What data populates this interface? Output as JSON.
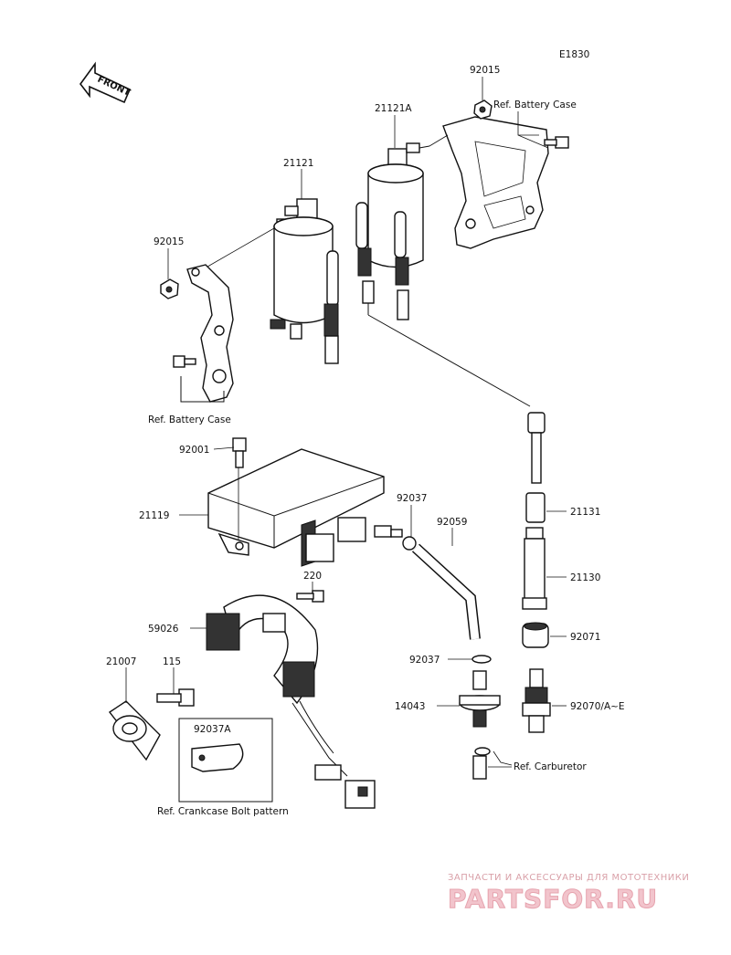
{
  "diagram_code": "E1830",
  "front_label": "FRONT",
  "labels": {
    "p92015_top": "92015",
    "ref_battery_case_top": "Ref. Battery Case",
    "p21121A": "21121A",
    "p21121": "21121",
    "p92015_left": "92015",
    "ref_battery_case_left": "Ref. Battery Case",
    "p92001": "92001",
    "p21119": "21119",
    "p92037_a": "92037",
    "p92059": "92059",
    "p21131": "21131",
    "p21130": "21130",
    "p220": "220",
    "p59026": "59026",
    "p92071": "92071",
    "p21007": "21007",
    "p115": "115",
    "p92037_b": "92037",
    "p14043": "14043",
    "p92070": "92070/A~E",
    "p92037A": "92037A",
    "ref_carburetor": "Ref. Carburetor",
    "ref_crankcase": "Ref. Crankcase Bolt pattern"
  },
  "watermark": {
    "line1": "ЗАПЧАСТИ И АКСЕССУАРЫ ДЛЯ МОТОТЕХНИКИ",
    "line2": "PARTSFOR.RU"
  },
  "colors": {
    "ink": "#111111",
    "watermark": "#e6a3ae"
  }
}
